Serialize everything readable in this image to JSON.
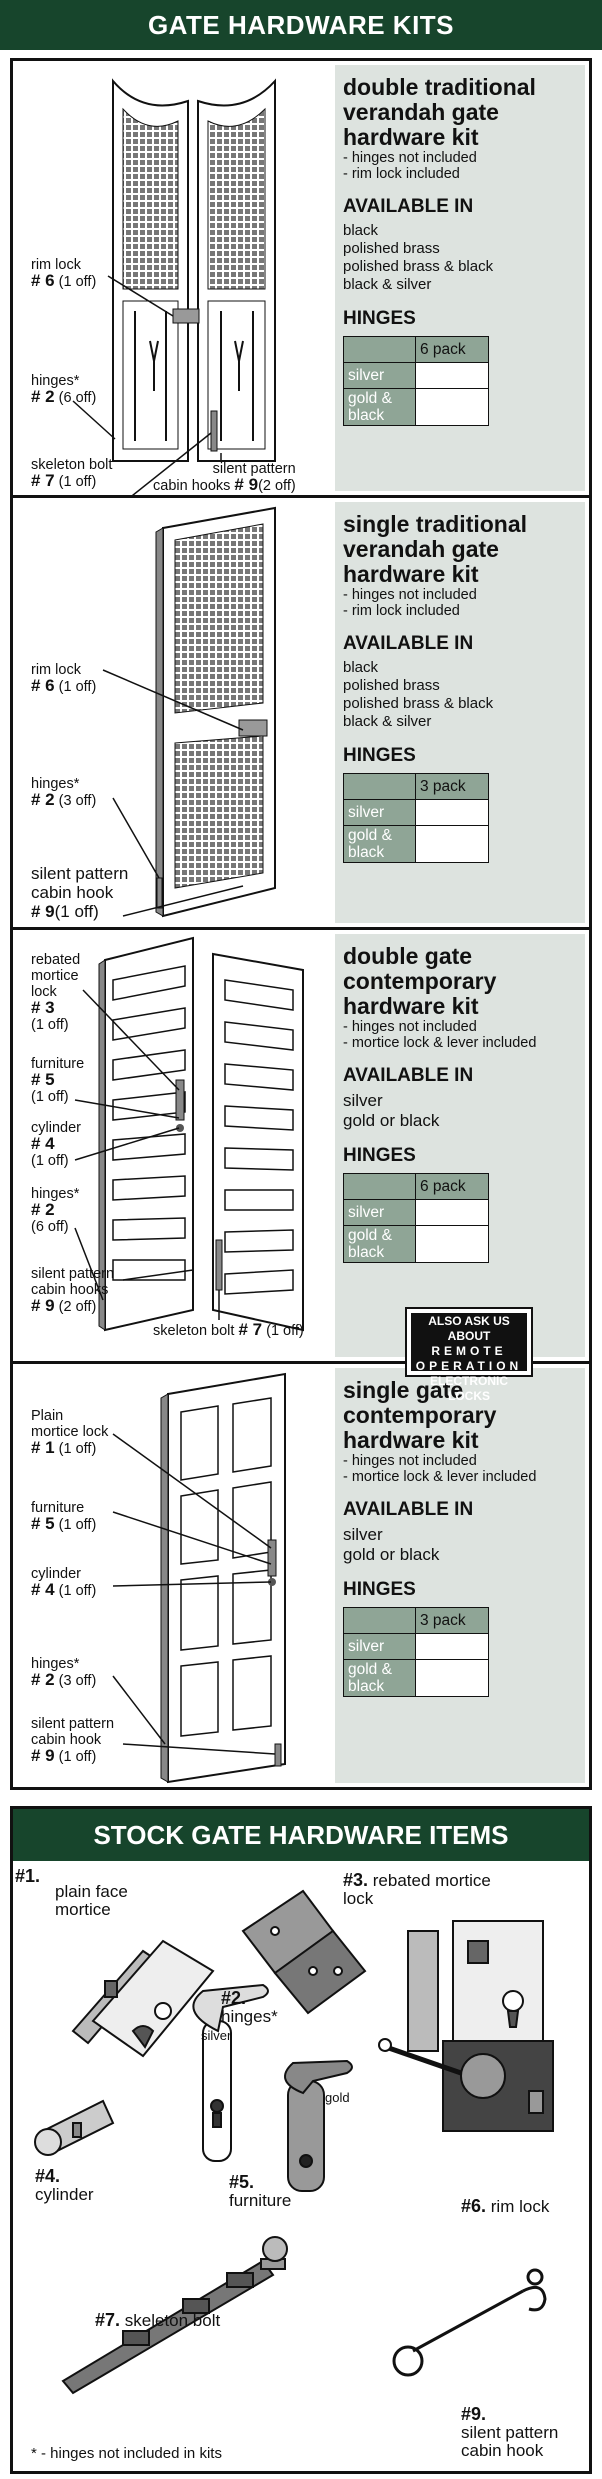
{
  "page_title": "GATE HARDWARE KITS",
  "kits": [
    {
      "title": "double traditional verandah gate hardware kit",
      "notes": [
        "- hinges not included",
        "- rim lock included"
      ],
      "available_heading": "AVAILABLE IN",
      "available": [
        "black",
        "polished brass",
        "polished brass & black",
        "black & silver"
      ],
      "hinges_heading": "HINGES",
      "pack": "6 pack",
      "rows": [
        "silver",
        "gold & black"
      ],
      "labels": {
        "rimlock": [
          "rim lock",
          "# 6",
          "(1 off)"
        ],
        "hinges": [
          "hinges*",
          "# 2",
          "(6 off)"
        ],
        "skeleton": [
          "skeleton bolt",
          "# 7",
          "(1 off)"
        ],
        "hooks": [
          "silent pattern",
          "cabin hooks",
          "# 9",
          "(2 off)"
        ]
      }
    },
    {
      "title": "single traditional verandah gate hardware kit",
      "notes": [
        "- hinges not included",
        "- rim lock included"
      ],
      "available_heading": "AVAILABLE IN",
      "available": [
        "black",
        "polished brass",
        "polished brass & black",
        "black & silver"
      ],
      "hinges_heading": "HINGES",
      "pack": "3 pack",
      "rows": [
        "silver",
        "gold & black"
      ],
      "labels": {
        "rimlock": [
          "rim lock",
          "# 6",
          "(1 off)"
        ],
        "hinges": [
          "hinges*",
          "# 2",
          "(3 off)"
        ],
        "hook": [
          "silent pattern",
          "cabin hook",
          "# 9",
          "(1 off)"
        ]
      }
    },
    {
      "title": "double gate contemporary hardware kit",
      "notes": [
        "- hinges not included",
        "- mortice lock & lever included"
      ],
      "available_heading": "AVAILABLE IN",
      "available": [
        "silver",
        "gold or black"
      ],
      "hinges_heading": "HINGES",
      "pack": "6 pack",
      "rows": [
        "silver",
        "gold & black"
      ],
      "labels": {
        "mortice": [
          "rebated",
          "mortice",
          "lock",
          "# 3",
          "(1 off)"
        ],
        "furniture": [
          "furniture",
          "# 5",
          "(1 off)"
        ],
        "cylinder": [
          "cylinder",
          "# 4",
          "(1 off)"
        ],
        "hinges": [
          "hinges*",
          "# 2",
          "(6 off)"
        ],
        "hooks": [
          "silent pattern",
          "cabin hooks",
          "# 9",
          "(2 off)"
        ],
        "skeleton": [
          "skeleton bolt",
          "# 7",
          "(1 off)"
        ]
      }
    },
    {
      "title": "single gate contemporary hardware kit",
      "notes": [
        "- hinges not included",
        "- mortice lock & lever included"
      ],
      "available_heading": "AVAILABLE IN",
      "available": [
        "silver",
        "gold or black"
      ],
      "hinges_heading": "HINGES",
      "pack": "3 pack",
      "rows": [
        "silver",
        "gold & black"
      ],
      "labels": {
        "mortice": [
          "Plain",
          "mortice lock",
          "# 1",
          "(1 off)"
        ],
        "furniture": [
          "furniture",
          "# 5",
          "(1 off)"
        ],
        "cylinder": [
          "cylinder",
          "# 4",
          "(1 off)"
        ],
        "hinges": [
          "hinges*",
          "# 2",
          "(3 off)"
        ],
        "hook": [
          "silent pattern",
          "cabin hook",
          "# 9",
          "(1 off)"
        ]
      }
    }
  ],
  "callout": [
    "ALSO ASK US ABOUT",
    "REMOTE",
    "OPERATION",
    "ELECTRONIC LOCKS"
  ],
  "stock": {
    "title": "STOCK GATE HARDWARE ITEMS",
    "items": [
      {
        "num": "#1.",
        "name": "plain face mortice"
      },
      {
        "num": "#2.",
        "name": "hinges*"
      },
      {
        "num": "#3.",
        "name": "rebated mortice lock"
      },
      {
        "num": "#4.",
        "name": "cylinder"
      },
      {
        "num": "#5.",
        "name": "furniture"
      },
      {
        "num": "#6.",
        "name": "rim lock"
      },
      {
        "num": "#7.",
        "name": "skeleton bolt"
      },
      {
        "num": "#9.",
        "name": "silent pattern cabin hook"
      }
    ],
    "silver_label": "silver",
    "gold_label": "gold",
    "footnote": "* - hinges not included in kits"
  }
}
